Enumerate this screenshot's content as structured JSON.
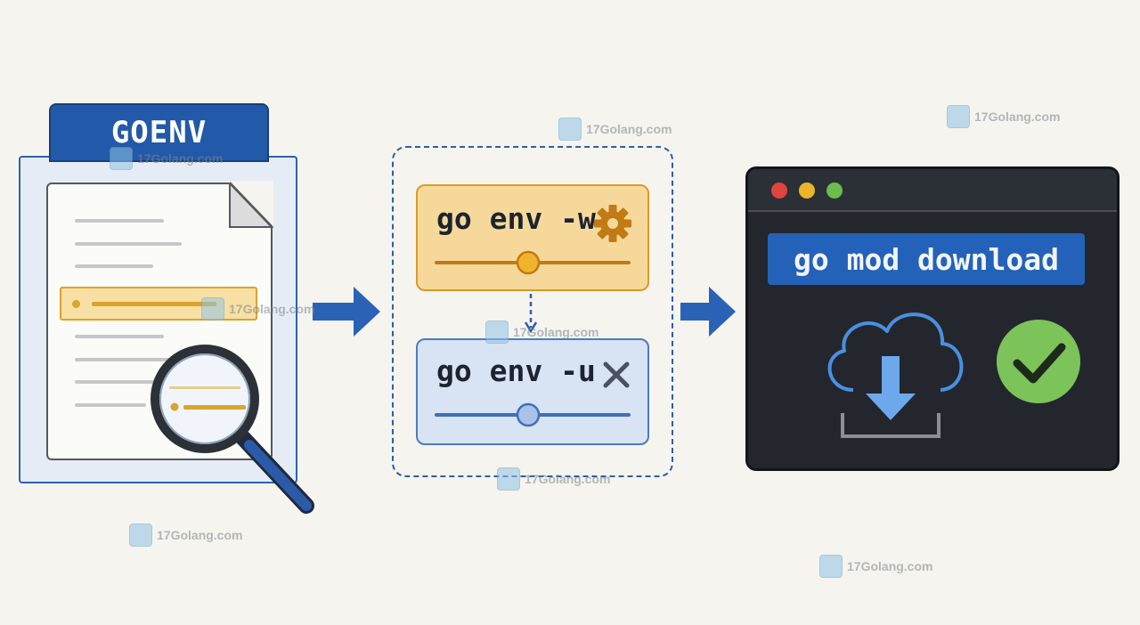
{
  "goenv": {
    "title": "GOENV"
  },
  "middle": {
    "set_command": "go env -w",
    "unset_command": "go env -u"
  },
  "terminal": {
    "command": "go mod download"
  },
  "watermark": {
    "text": "17Golang.com"
  },
  "colors": {
    "primary_blue": "#2259a8",
    "accent_orange": "#d99a2b",
    "terminal_bg": "#23272d",
    "success_green": "#7cc35a"
  },
  "icons": [
    "document-icon",
    "magnifier-icon",
    "gear-icon",
    "close-icon",
    "cloud-download-icon",
    "check-circle-icon",
    "arrow-right-icon"
  ]
}
